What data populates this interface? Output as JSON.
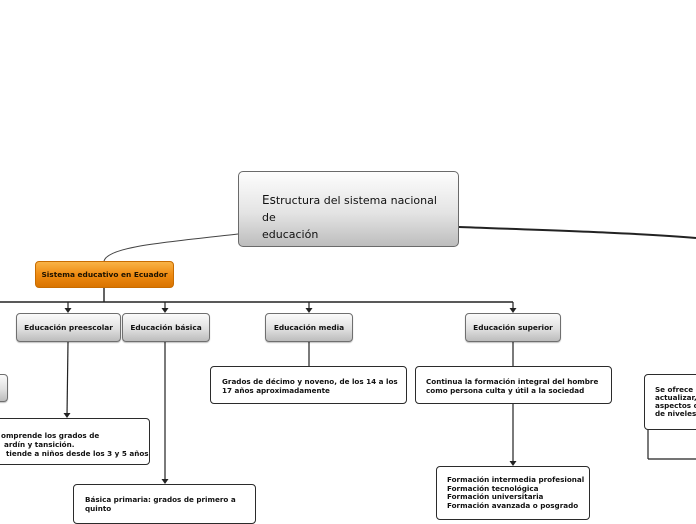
{
  "diagram": {
    "root": {
      "title_first": "Es",
      "title_rest": "tructura del sistema nacional de",
      "title_line2": "educación"
    },
    "main_node": {
      "label": "Sistema educativo en Ecuador"
    },
    "categories": {
      "preescolar": "Educación preescolar",
      "basica": "Educación básica",
      "media": "Educación media",
      "superior": "Educación superior"
    },
    "details": {
      "preescolar": [
        "omprende los grados de",
        "ardín y tansición.",
        "tiende a niños desde los 3 y 5 años"
      ],
      "basica": [
        "Básica primaria: grados de primero a",
        "quinto"
      ],
      "media": [
        "Grados de décimo y noveno, de los 14 a los",
        "17 años aproximadamente"
      ],
      "superior": [
        "Continua la formación integral del hombre",
        "como persona culta y útil a la sociedad"
      ],
      "superior_levels": [
        "Formación intermedia profesional",
        "Formación tecnológica",
        "Formación universitaria",
        "Formación avanzada o posgrado"
      ],
      "right_edge": [
        "Se ofrece c",
        "actualizar,",
        "aspectos o",
        "de niveles"
      ]
    }
  }
}
